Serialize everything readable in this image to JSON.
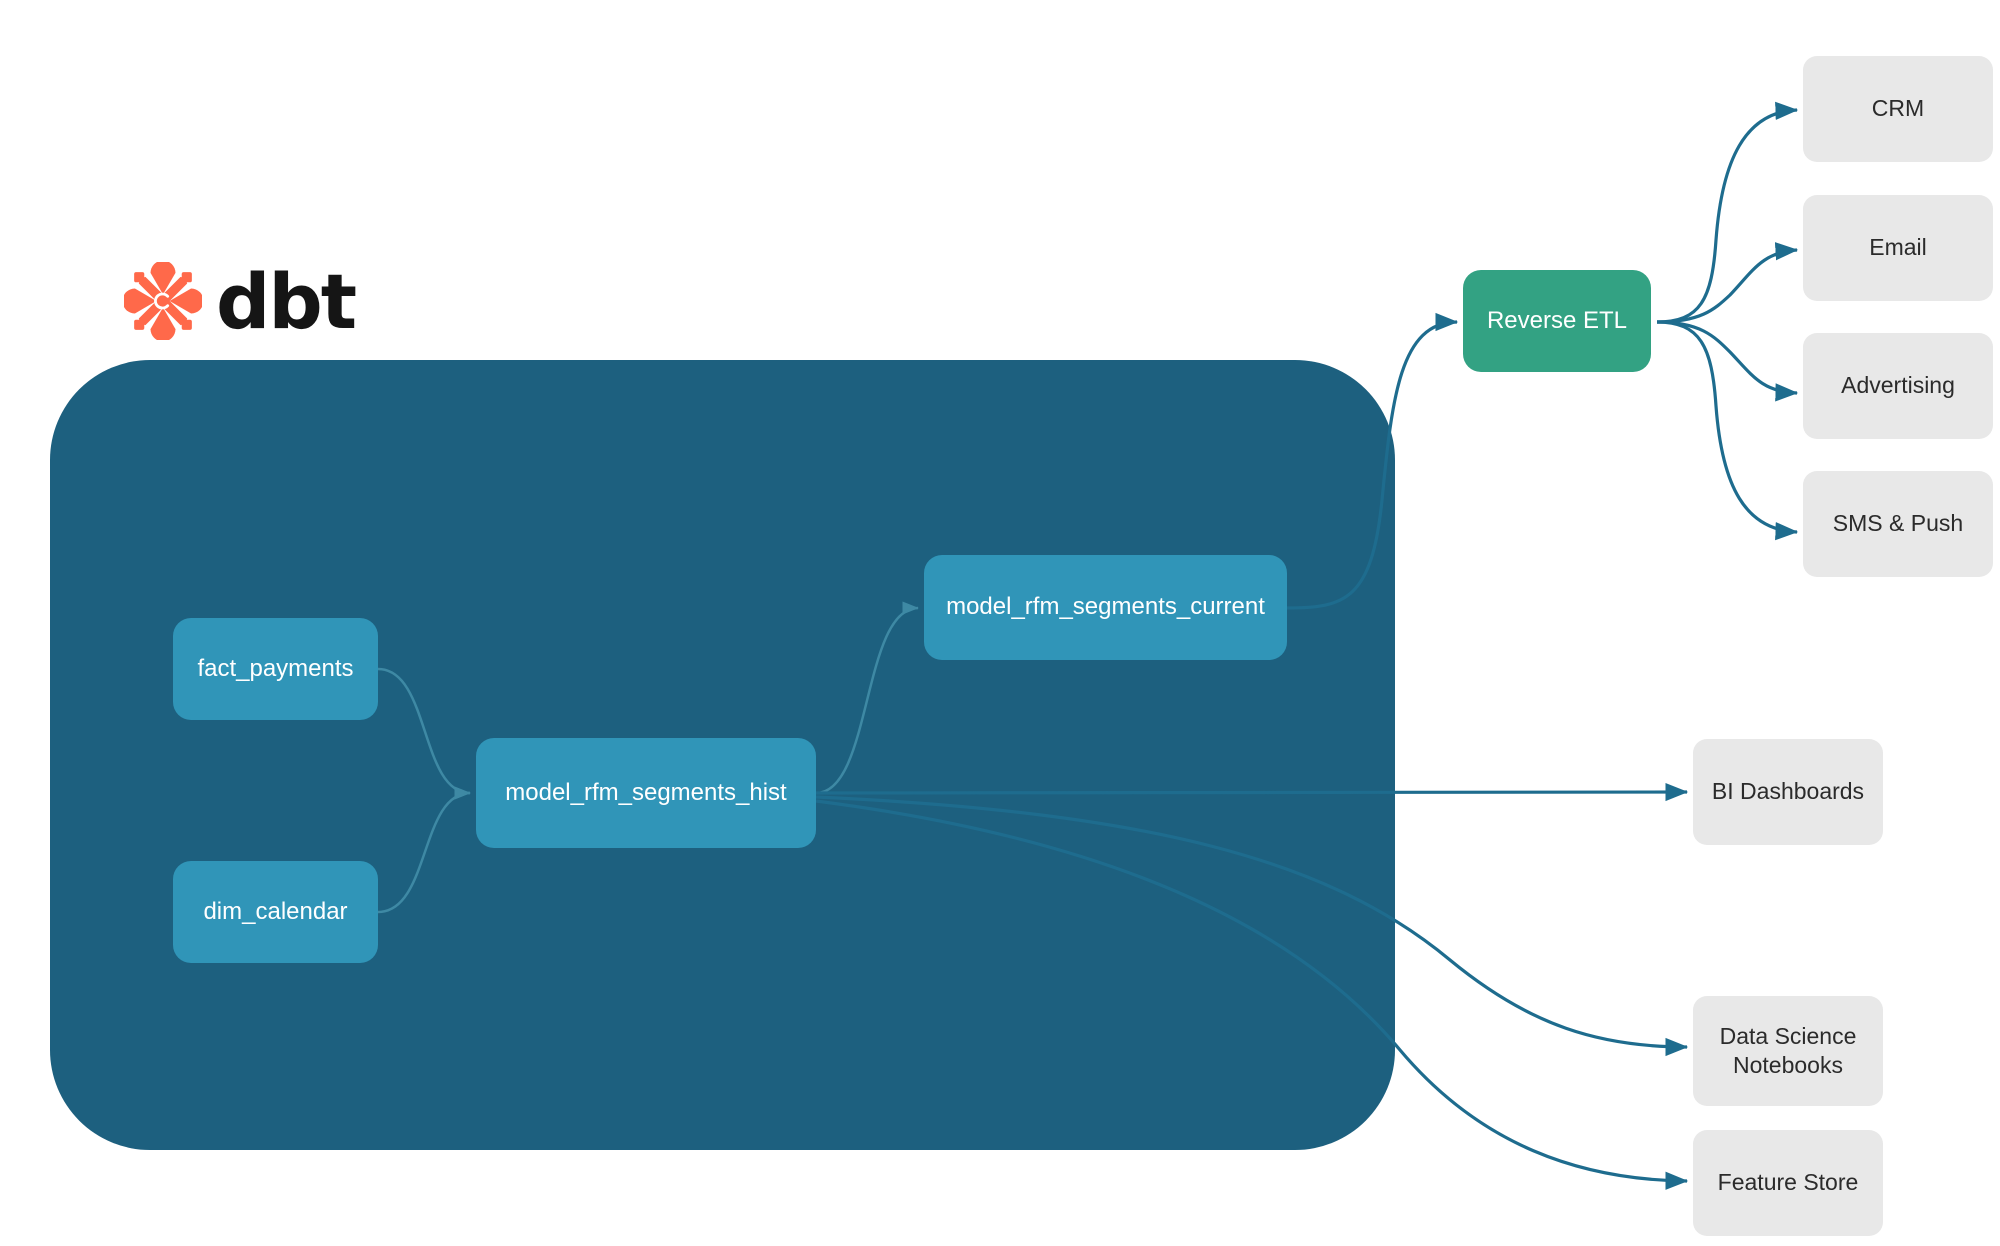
{
  "brand": {
    "logo_icon": "dbt-logo-icon",
    "wordmark": "dbt",
    "logo_color": "#FF694A"
  },
  "colors": {
    "warehouse_bg": "#1D607F",
    "model_node": "#3095B8",
    "reverse_etl_node": "#33A283",
    "destination_node": "#E8E8E8",
    "edge_inner": "#3E89A4",
    "edge_outer": "#1E6C8E",
    "canvas_bg": "#FFFFFF"
  },
  "warehouse": {
    "models": [
      {
        "id": "fact_payments",
        "label": "fact_payments"
      },
      {
        "id": "dim_calendar",
        "label": "dim_calendar"
      },
      {
        "id": "model_rfm_segments_hist",
        "label": "model_rfm_segments_hist"
      },
      {
        "id": "model_rfm_segments_current",
        "label": "model_rfm_segments_current"
      }
    ]
  },
  "reverse_etl": {
    "label": "Reverse ETL"
  },
  "activation_destinations": [
    {
      "id": "crm",
      "label": "CRM"
    },
    {
      "id": "email",
      "label": "Email"
    },
    {
      "id": "advertising",
      "label": "Advertising"
    },
    {
      "id": "sms_push",
      "label": "SMS & Push"
    }
  ],
  "analytics_destinations": [
    {
      "id": "bi_dashboards",
      "label": "BI Dashboards"
    },
    {
      "id": "ds_notebooks",
      "label": "Data Science\nNotebooks",
      "line1": "Data Science",
      "line2": "Notebooks"
    },
    {
      "id": "feature_store",
      "label": "Feature Store"
    }
  ],
  "edges": [
    {
      "from": "fact_payments",
      "to": "model_rfm_segments_hist",
      "style": "inner"
    },
    {
      "from": "dim_calendar",
      "to": "model_rfm_segments_hist",
      "style": "inner"
    },
    {
      "from": "model_rfm_segments_hist",
      "to": "model_rfm_segments_current",
      "style": "inner"
    },
    {
      "from": "model_rfm_segments_current",
      "to": "reverse_etl",
      "style": "outer"
    },
    {
      "from": "model_rfm_segments_hist",
      "to": "bi_dashboards",
      "style": "outer"
    },
    {
      "from": "model_rfm_segments_hist",
      "to": "ds_notebooks",
      "style": "outer"
    },
    {
      "from": "model_rfm_segments_hist",
      "to": "feature_store",
      "style": "outer"
    },
    {
      "from": "reverse_etl",
      "to": "crm",
      "style": "outer"
    },
    {
      "from": "reverse_etl",
      "to": "email",
      "style": "outer"
    },
    {
      "from": "reverse_etl",
      "to": "advertising",
      "style": "outer"
    },
    {
      "from": "reverse_etl",
      "to": "sms_push",
      "style": "outer"
    }
  ]
}
